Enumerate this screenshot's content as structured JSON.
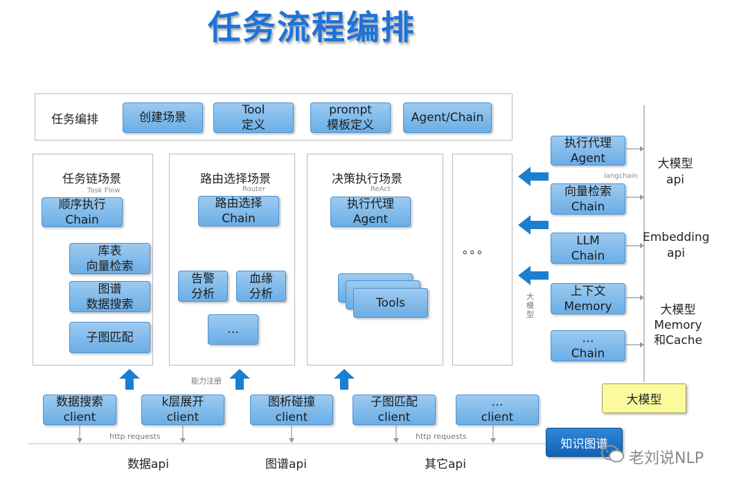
{
  "title": "任务流程编排",
  "top_row": {
    "label": "任务编排",
    "steps": [
      {
        "line1": "创建场景",
        "line2": ""
      },
      {
        "line1": "Tool",
        "line2": "定义"
      },
      {
        "line1": "prompt",
        "line2": "模板定义"
      },
      {
        "line1": "Agent/Chain",
        "line2": ""
      }
    ]
  },
  "scenes": {
    "task_flow": {
      "title": "任务链场景",
      "subtitle": "Task Flow",
      "nodes": [
        {
          "line1": "顺序执行",
          "line2": "Chain"
        },
        {
          "line1": "库表",
          "line2": "向量检索"
        },
        {
          "line1": "图谱",
          "line2": "数据搜索"
        },
        {
          "line1": "子图匹配",
          "line2": ""
        }
      ]
    },
    "router": {
      "title": "路由选择场景",
      "subtitle": "Router",
      "nodes": [
        {
          "line1": "路由选择",
          "line2": "Chain"
        },
        {
          "line1": "告警",
          "line2": "分析"
        },
        {
          "line1": "血缘",
          "line2": "分析"
        },
        {
          "line1": "…",
          "line2": ""
        }
      ]
    },
    "react": {
      "title": "决策执行场景",
      "subtitle": "ReAct",
      "nodes": [
        {
          "line1": "执行代理",
          "line2": "Agent"
        },
        {
          "line1": "Tools",
          "line2": ""
        }
      ]
    },
    "more": {
      "text": "。。。"
    }
  },
  "right_stack": {
    "nodes": [
      {
        "line1": "执行代理",
        "line2": "Agent"
      },
      {
        "line1": "向量检索",
        "line2": "Chain"
      },
      {
        "line1": "LLM",
        "line2": "Chain"
      },
      {
        "line1": "上下文",
        "line2": "Memory"
      },
      {
        "line1": "…",
        "line2": "Chain"
      }
    ],
    "langchain_label": "langchain",
    "vertical_label": "大模型",
    "api_labels": [
      {
        "line1": "大模型",
        "line2": "api",
        "line3": ""
      },
      {
        "line1": "Embedding",
        "line2": "api",
        "line3": ""
      },
      {
        "line1": "大模型",
        "line2": "Memory",
        "line3": "和Cache"
      }
    ],
    "big_model": "大模型"
  },
  "clients": [
    {
      "line1": "数据搜索",
      "line2": "client"
    },
    {
      "line1": "k层展开",
      "line2": "client"
    },
    {
      "line1": "图析碰撞",
      "line2": "client"
    },
    {
      "line1": "子图匹配",
      "line2": "client"
    },
    {
      "line1": "…",
      "line2": "client"
    }
  ],
  "bottom": {
    "register_label": "能力注册",
    "http_left": "http requests",
    "http_right": "http requests",
    "apis": [
      "数据api",
      "图谱api",
      "其它api"
    ],
    "knowledge_graph": "知识图谱",
    "watermark": "老刘说NLP"
  },
  "colors": {
    "accent": "#1e73d8",
    "box": "#7db8ea",
    "arrow": "#1a7fd0",
    "yellow": "#fbfb9e"
  }
}
